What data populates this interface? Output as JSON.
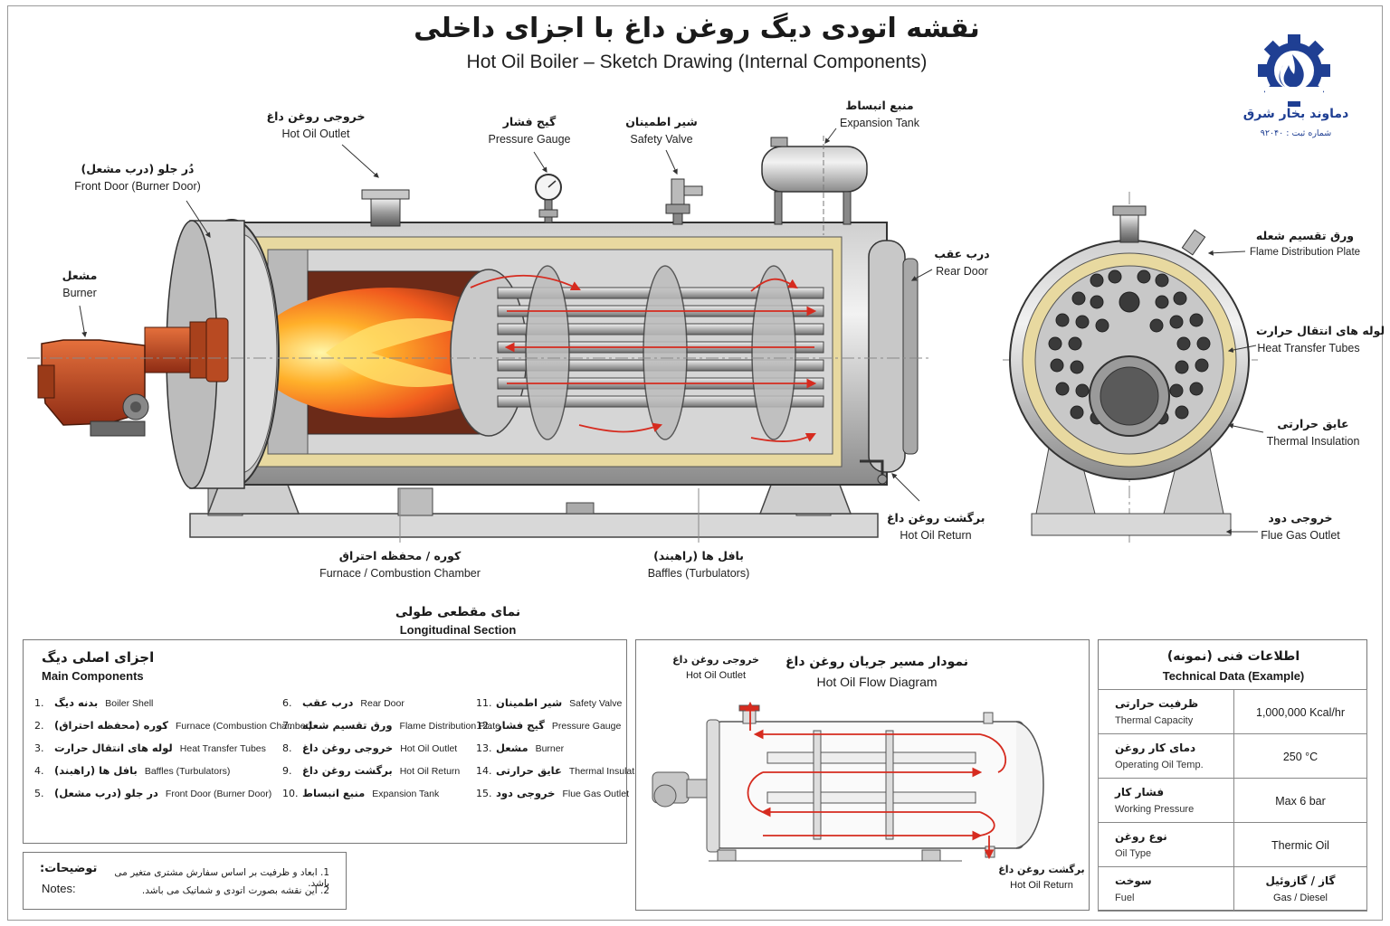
{
  "title_fa": "نقشه اتودی دیگ روغن داغ با اجزای داخلی",
  "title_en": "Hot Oil Boiler – Sketch Drawing (Internal Components)",
  "logo": {
    "name_fa": "دماوند بخار شرق",
    "reg_fa": "شماره ثبت : ۹۲۰۴۰",
    "icon": "gear-flame-logo",
    "color": "#1f3f93"
  },
  "colors": {
    "accent": "#d62b1f",
    "insulation": "#e8d9a0",
    "burner": "#c8532a",
    "flame": "#ff8a1e"
  },
  "callouts": {
    "hot_oil_outlet": {
      "fa": "خروجی روغن داغ",
      "en": "Hot Oil Outlet"
    },
    "pressure_gauge": {
      "fa": "گیج فشار",
      "en": "Pressure Gauge"
    },
    "safety_valve": {
      "fa": "شیر اطمینان",
      "en": "Safety Valve"
    },
    "expansion_tank": {
      "fa": "منبع انبساط",
      "en": "Expansion Tank"
    },
    "front_door": {
      "fa": "دُر جلو (درب مشعل)",
      "en": "Front Door (Burner Door)"
    },
    "burner": {
      "fa": "مشعل",
      "en": "Burner"
    },
    "rear_door": {
      "fa": "درب عقب",
      "en": "Rear Door"
    },
    "hot_oil_return": {
      "fa": "برگشت روغن داغ",
      "en": "Hot Oil Return"
    },
    "furnace": {
      "fa": "کوره / محفظه احتراق",
      "en": "Furnace / Combustion Chamber"
    },
    "baffles": {
      "fa": "بافل ها (راهبند)",
      "en": "Baffles (Turbulators)"
    },
    "flame_plate": {
      "fa": "ورق تقسیم شعله",
      "en": "Flame Distribution Plate"
    },
    "tubes": {
      "fa": "لوله های انتقال حرارت",
      "en": "Heat Transfer Tubes"
    },
    "insulation": {
      "fa": "عایق حرارتی",
      "en": "Thermal Insulation"
    },
    "flue": {
      "fa": "خروجی دود",
      "en": "Flue Gas Outlet"
    }
  },
  "section_label": {
    "fa": "نمای مقطعی طولی",
    "en": "Longitudinal Section"
  },
  "components_panel": {
    "title_fa": "اجزای اصلی دیگ",
    "title_en": "Main Components",
    "items": [
      {
        "n": "1.",
        "fa": "بدنه دیگ",
        "en": "Boiler Shell"
      },
      {
        "n": "2.",
        "fa": "کوره (محفظه احتراق)",
        "en": "Furnace (Combustion Chamber)"
      },
      {
        "n": "3.",
        "fa": "لوله های انتقال حرارت",
        "en": "Heat Transfer Tubes"
      },
      {
        "n": "4.",
        "fa": "بافل ها (راهبند)",
        "en": "Baffles (Turbulators)"
      },
      {
        "n": "5.",
        "fa": "در جلو (درب مشعل)",
        "en": "Front Door (Burner Door)"
      },
      {
        "n": "6.",
        "fa": "درب عقب",
        "en": "Rear Door"
      },
      {
        "n": "7.",
        "fa": "ورق تقسیم شعله",
        "en": "Flame Distribution Plate"
      },
      {
        "n": "8.",
        "fa": "خروجی روغن داغ",
        "en": "Hot Oil Outlet"
      },
      {
        "n": "9.",
        "fa": "برگشت روغن داغ",
        "en": "Hot Oil Return"
      },
      {
        "n": "10.",
        "fa": "منبع انبساط",
        "en": "Expansion Tank"
      },
      {
        "n": "11.",
        "fa": "شیر اطمینان",
        "en": "Safety Valve"
      },
      {
        "n": "12.",
        "fa": "گیج فشار",
        "en": "Pressure Gauge"
      },
      {
        "n": "13.",
        "fa": "مشعل",
        "en": "Burner"
      },
      {
        "n": "14.",
        "fa": "عایق حرارتی",
        "en": "Thermal Insulation"
      },
      {
        "n": "15.",
        "fa": "خروجی دود",
        "en": "Flue Gas Outlet"
      }
    ]
  },
  "notes": {
    "title_fa": "توضیحات:",
    "title_en": "Notes:",
    "items": [
      "1. ابعاد و ظرفیت بر اساس سفارش مشتری متغیر می باشد.",
      "2. این نقشه بصورت اتودی و شماتیک می باشد."
    ]
  },
  "flow_panel": {
    "title_fa": "نمودار مسیر جریان روغن داغ",
    "title_en": "Hot Oil Flow Diagram",
    "outlet": {
      "fa": "خروجی روغن داغ",
      "en": "Hot Oil Outlet"
    },
    "return": {
      "fa": "برگشت روغن داغ",
      "en": "Hot Oil Return"
    }
  },
  "tech_panel": {
    "title_fa": "اطلاعات فنی (نمونه)",
    "title_en": "Technical Data (Example)",
    "rows": [
      {
        "fa": "ظرفیت حرارتی",
        "en": "Thermal Capacity",
        "value": "1,000,000 Kcal/hr"
      },
      {
        "fa": "دمای کار روغن",
        "en": "Operating Oil Temp.",
        "value": "250 °C"
      },
      {
        "fa": "فشار کار",
        "en": "Working Pressure",
        "value": "Max 6 bar"
      },
      {
        "fa": "نوع روغن",
        "en": "Oil Type",
        "value": "Thermic Oil"
      },
      {
        "fa": "سوخت",
        "en": "Fuel",
        "value_fa": "گاز / گازوئیل",
        "value": "Gas / Diesel"
      }
    ]
  }
}
